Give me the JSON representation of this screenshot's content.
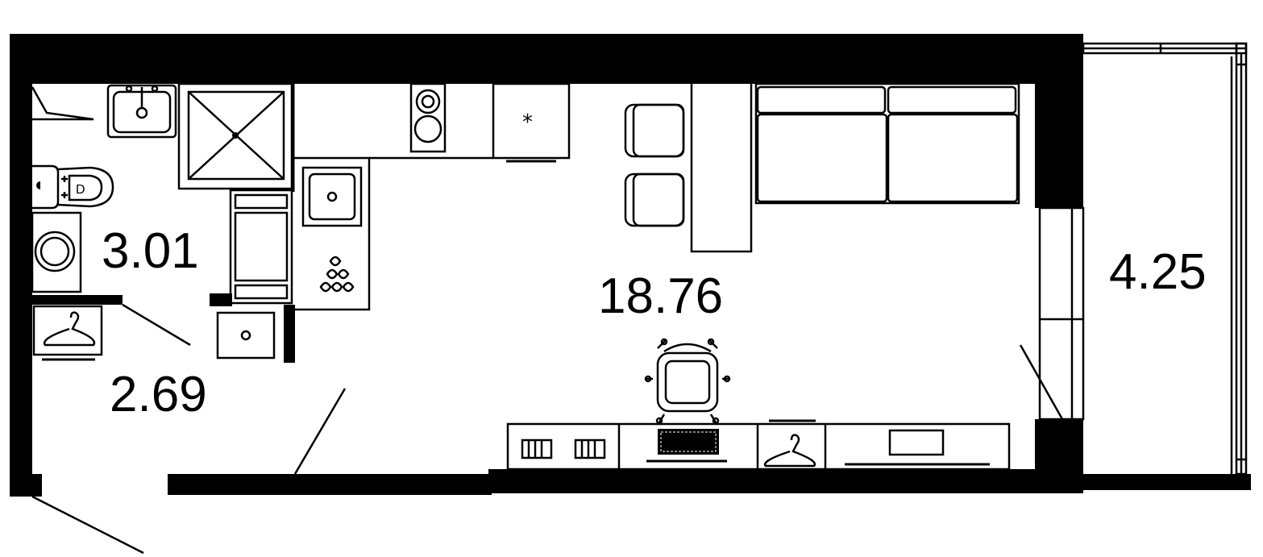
{
  "plan": {
    "rooms": [
      {
        "id": "bathroom",
        "area": "3.01"
      },
      {
        "id": "hallway",
        "area": "2.69"
      },
      {
        "id": "main-room",
        "area": "18.76"
      },
      {
        "id": "balcony",
        "area": "4.25"
      }
    ],
    "fixtures": [
      "washbasin-icon",
      "shower-icon",
      "toilet-icon",
      "washing-machine-icon",
      "wardrobe-icon",
      "hob-icon",
      "fridge-icon",
      "kitchen-sink-icon",
      "dishwasher-icon",
      "oven-icon",
      "bar-chair-icon",
      "sofa-icon",
      "office-chair-icon",
      "keyboard-icon",
      "monitor-icon",
      "books-icon"
    ],
    "colors": {
      "wall": "#000000",
      "background": "#ffffff"
    }
  }
}
